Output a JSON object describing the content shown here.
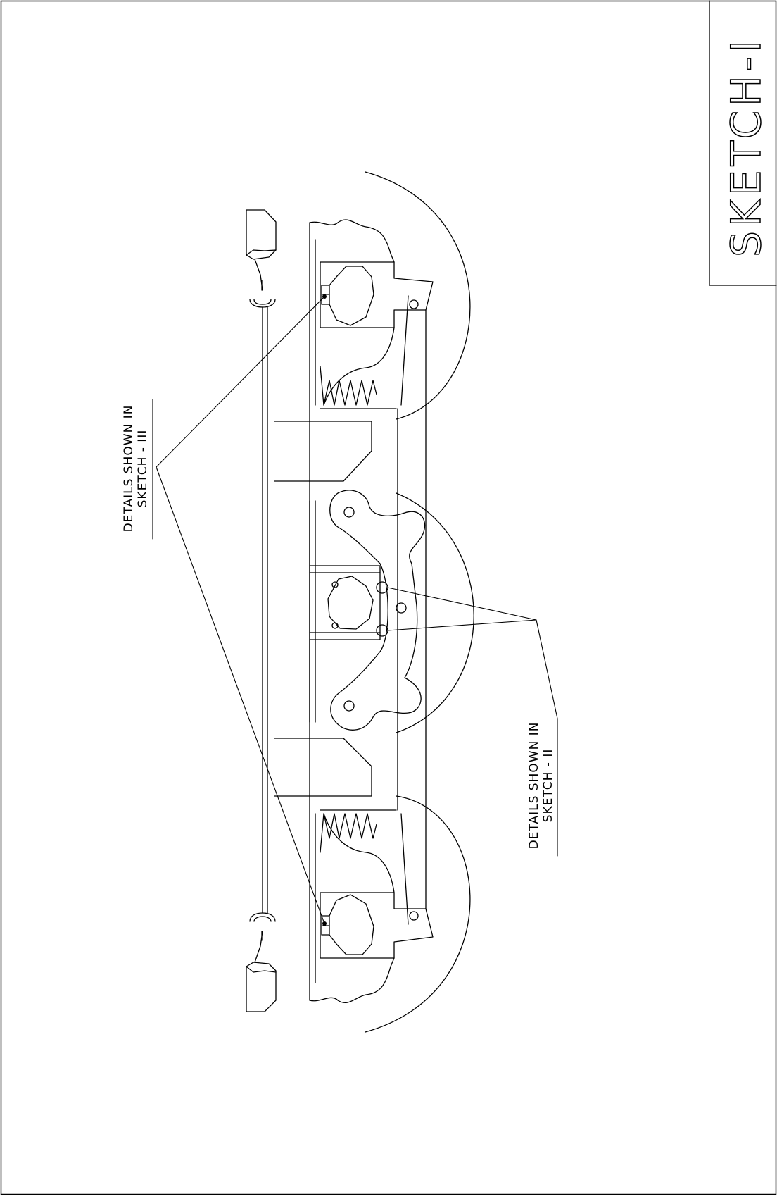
{
  "title_block": {
    "title": "SKETCH-I"
  },
  "callouts": [
    {
      "line1": "DETAILS SHOWN IN",
      "line2": "SKETCH - III"
    },
    {
      "line1": "DETAILS SHOWN IN",
      "line2": "SKETCH - II"
    }
  ],
  "colors": {
    "ink": "#000000",
    "paper": "#ffffff"
  }
}
